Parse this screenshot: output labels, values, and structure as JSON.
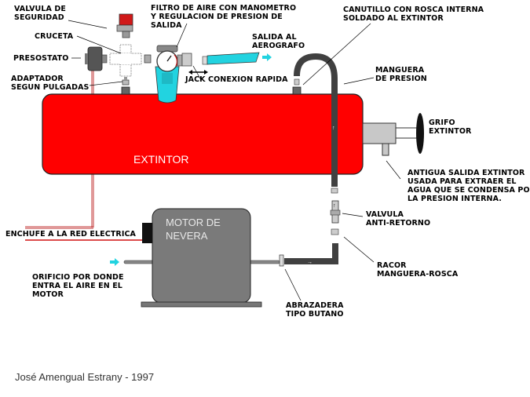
{
  "title": "Compresor con motor de nevera y extintor",
  "colors": {
    "tank": "#ff0000",
    "hose": "#404040",
    "motor": "#7a7a7a",
    "filter": "#22d3e0",
    "arrow": "#22d3e0",
    "wire": "#c03030"
  },
  "labels": {
    "safety_valve": "VALVULA DE\nSEGURIDAD",
    "cross": "CRUCETA",
    "pressure_switch": "PRESOSTATO",
    "adapter": "ADAPTADOR\nSEGUN PULGADAS",
    "air_filter": "FILTRO DE AIRE CON MANOMETRO\nY REGULACION DE PRESION DE\nSALIDA",
    "airbrush_outlet": "SALIDA AL\nAEROGRAFO",
    "quick_jack": "JACK CONEXION RAPIDA",
    "threaded_tube": "CANUTILLO CON ROSCA INTERNA\nSOLDADO AL EXTINTOR",
    "pressure_hose": "MANGUERA\nDE PRESION",
    "extinguisher_tap": "GRIFO\nEXTINTOR",
    "old_outlet": "ANTIGUA SALIDA EXTINTOR\nUSADA PARA EXTRAER EL\nAGUA QUE SE CONDENSA POR\nLA PRESION INTERNA.",
    "extinguisher": "EXTINTOR",
    "power_plug": "ENCHUFE A LA RED ELECTRICA",
    "fridge_motor": "MOTOR DE\nNEVERA",
    "air_intake": "ORIFICIO POR DONDE\nENTRA EL AIRE EN EL\nMOTOR",
    "check_valve": "VALVULA\nANTI-RETORNO",
    "hose_fitting": "RACOR\nMANGUERA-ROSCA",
    "butane_clamp": "ABRAZADERA\nTIPO BUTANO"
  },
  "credit": "José Amengual Estrany - 1997"
}
